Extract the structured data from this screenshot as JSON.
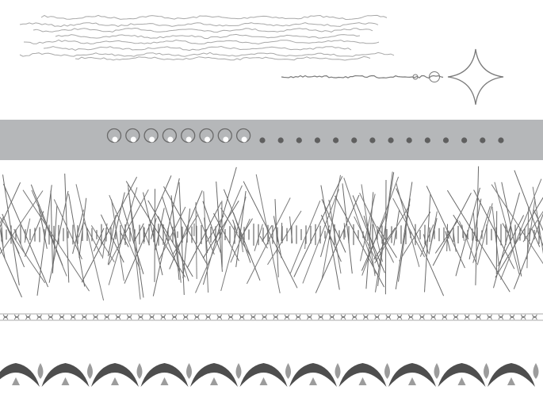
{
  "colors": {
    "background": "#ffffff",
    "band": "#b5b7b9",
    "line_light": "#a8a8a8",
    "line_mid": "#7a7a7a",
    "line_dark": "#6a6a6a",
    "dot_on_band": "#5f5f5f",
    "ornament_dark": "#4e4e4e",
    "ornament_light": "#9c9c9c"
  },
  "decorations": {
    "squiggle_lines": {
      "count": 8
    },
    "spark_line": {
      "has_star": true,
      "has_circles": true
    },
    "ring_row": {
      "rings": 8,
      "dots": 14
    },
    "scratch_band": {
      "strokes": 180
    },
    "chain_border": {
      "links": 48
    },
    "ornament_border": {
      "motifs": 11
    }
  }
}
